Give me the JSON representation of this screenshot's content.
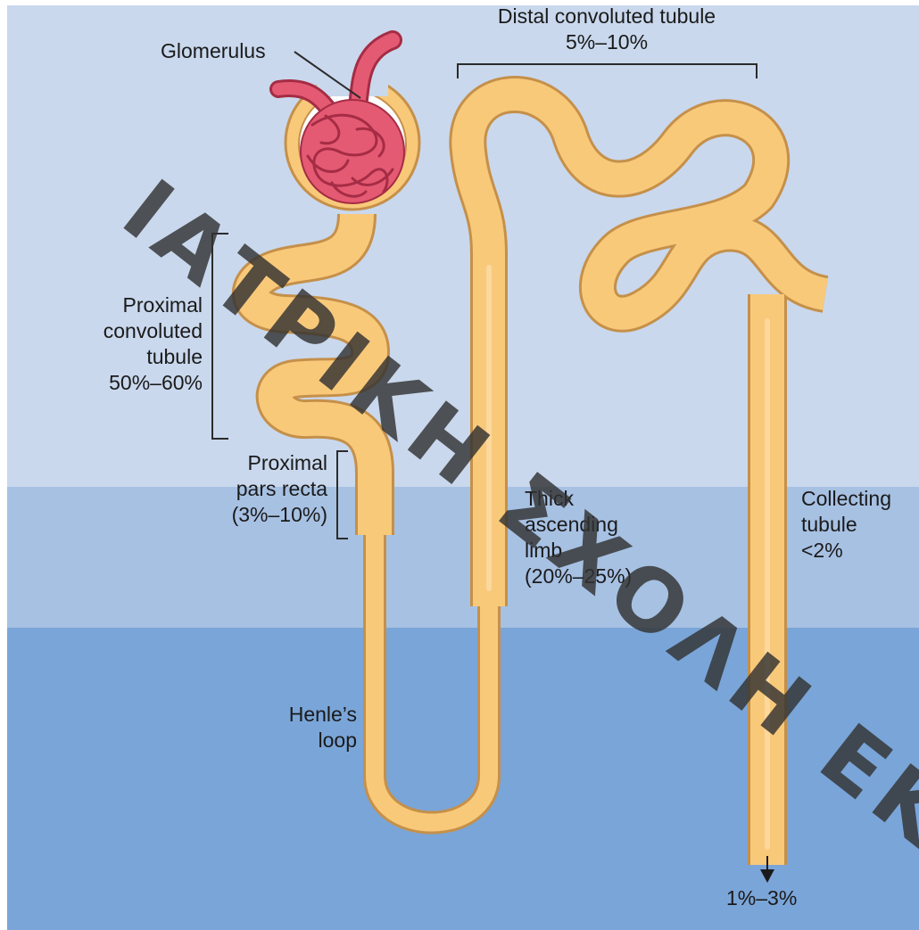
{
  "labels": {
    "glomerulus": "Glomerulus",
    "dct": {
      "title": "Distal convoluted tubule",
      "pct": "5%–10%"
    },
    "pct": {
      "line1": "Proximal",
      "line2": "convoluted",
      "line3": "tubule",
      "line4": "50%–60%"
    },
    "pars_recta": {
      "line1": "Proximal",
      "line2": "pars recta",
      "line3": "(3%–10%)"
    },
    "thick_limb": {
      "line1": "Thick",
      "line2": "ascending",
      "line3": "limb",
      "line4": "(20%–25%)"
    },
    "collecting": {
      "line1": "Collecting",
      "line2": "tubule",
      "line3": "<2%"
    },
    "henle": {
      "line1": "Henle’s",
      "line2": "loop"
    },
    "excreted": "1%–3%"
  },
  "watermark": "ΙΑΤΡΙΚΗ ΣΧΟΛΗ ΕΚΠΑ",
  "colors": {
    "cortex": "#c9d8ed",
    "outer_medulla": "#a7c1e3",
    "inner_medulla": "#7aa5d8",
    "tubule_fill": "#f9c97a",
    "tubule_outline": "#c5904a",
    "glomerulus": "#e55a73",
    "glomerulus_dark": "#a52c45"
  }
}
